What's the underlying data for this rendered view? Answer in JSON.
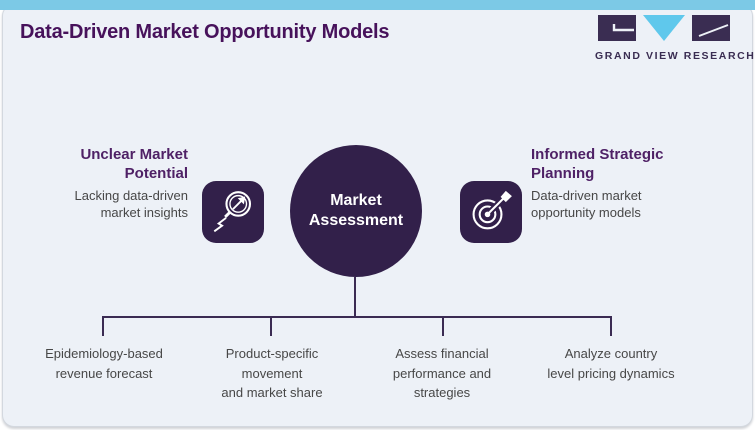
{
  "title": "Data-Driven Market Opportunity Models",
  "logo": {
    "company": "GRAND VIEW RESEARCH"
  },
  "center_node": {
    "label": "Market\nAssessment"
  },
  "left_item": {
    "heading": "Unclear Market\nPotential",
    "description": "Lacking data-driven\nmarket insights",
    "icon": "magnifier-trend-icon"
  },
  "right_item": {
    "heading": "Informed Strategic\nPlanning",
    "description": "Data-driven market\nopportunity models",
    "icon": "target-dart-icon"
  },
  "branches": [
    {
      "label": "Epidemiology-based\nrevenue forecast"
    },
    {
      "label": "Product-specific\nmovement\nand market share"
    },
    {
      "label": "Assess financial\nperformance and\nstrategies"
    },
    {
      "label": "Analyze country\nlevel pricing dynamics"
    }
  ],
  "colors": {
    "accent_cyan": "#7cc9e6",
    "deep_purple": "#32204a",
    "title_purple": "#47125b",
    "heading_purple": "#4f2166",
    "body_gray": "#474747",
    "line_purple": "#3b2b53",
    "card_bg": "#edf1f7",
    "logo_navy": "#3a2d52",
    "logo_cyan": "#5fc8ec"
  }
}
